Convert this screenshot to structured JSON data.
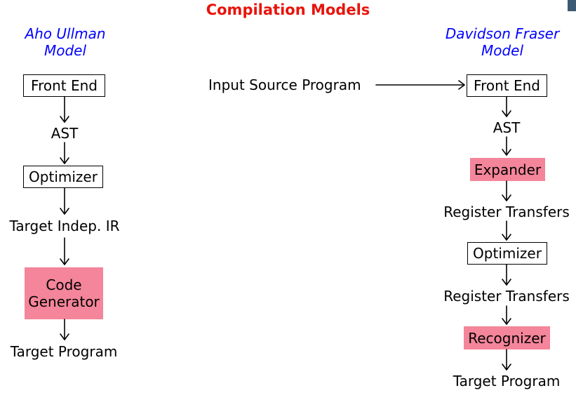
{
  "title": "Compilation Models",
  "colors": {
    "title": "#e8140c",
    "model_title": "#0000ff",
    "filled_box": "#f4859a"
  },
  "left": {
    "model_title_line1": "Aho Ullman",
    "model_title_line2": "Model",
    "front_end": "Front End",
    "ast": "AST",
    "optimizer": "Optimizer",
    "target_indep_ir": "Target Indep. IR",
    "code_generator_line1": "Code",
    "code_generator_line2": "Generator",
    "target_program": "Target Program"
  },
  "right": {
    "model_title_line1": "Davidson Fraser",
    "model_title_line2": "Model",
    "input_source": "Input Source Program",
    "front_end": "Front End",
    "ast": "AST",
    "expander": "Expander",
    "register_transfers_1": "Register Transfers",
    "optimizer": "Optimizer",
    "register_transfers_2": "Register Transfers",
    "recognizer": "Recognizer",
    "target_program": "Target Program"
  }
}
